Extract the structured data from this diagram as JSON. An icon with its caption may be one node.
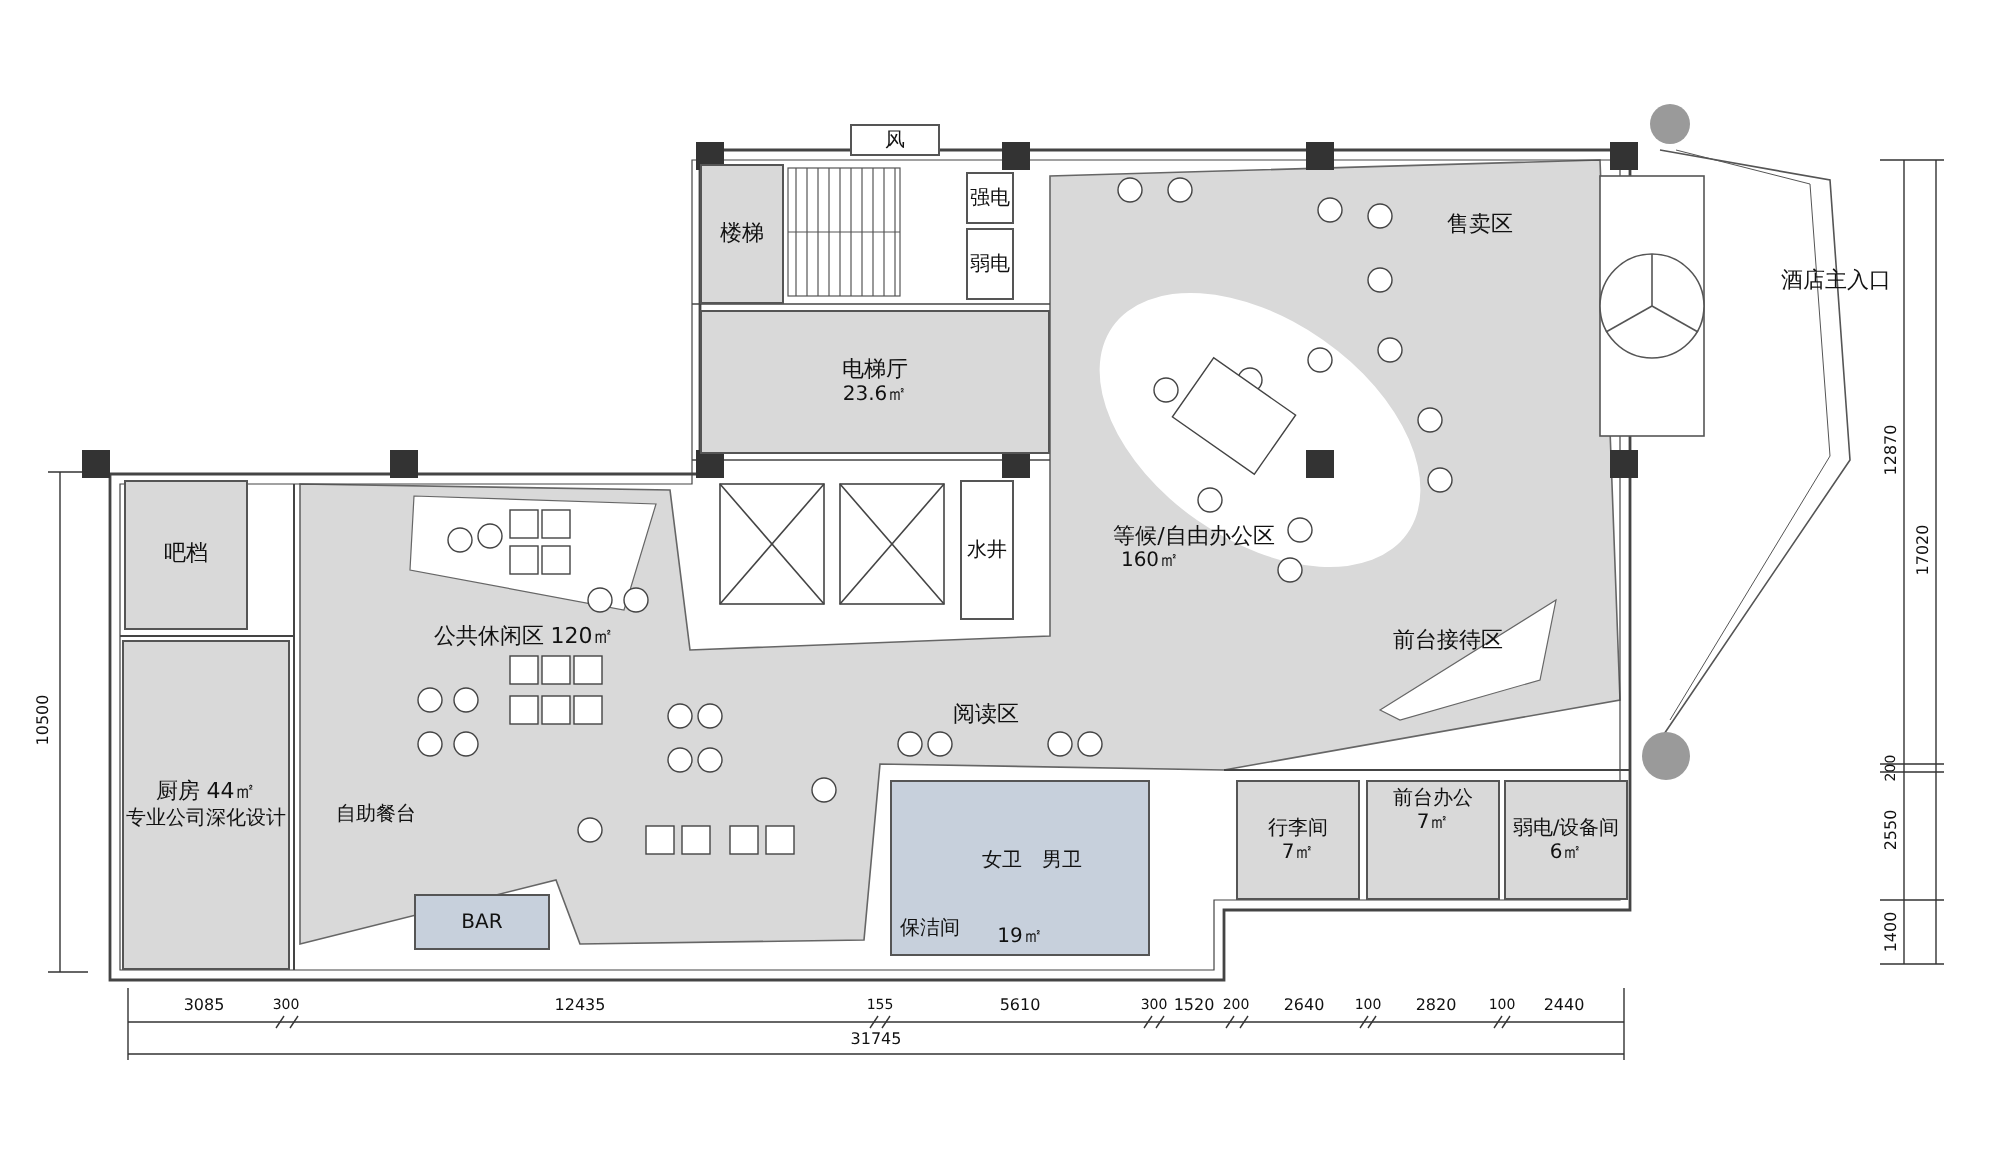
{
  "diagram": {
    "nodes": [
      {
        "text": [
          "楼梯"
        ]
      },
      {
        "text": [
          "风"
        ]
      },
      {
        "text": [
          "强电"
        ]
      },
      {
        "text": [
          "弱电"
        ]
      },
      {
        "text": [
          "电梯厅",
          "23.6㎡"
        ]
      },
      {
        "text": [
          "水井"
        ]
      },
      {
        "text": [
          "吧档"
        ]
      },
      {
        "text": [
          "厨房 44㎡",
          "专业公司深化设计"
        ]
      },
      {
        "text": [
          "BAR"
        ]
      },
      {
        "text": [
          "19㎡"
        ]
      },
      {
        "text": [
          "女卫"
        ],
        "in": 9
      },
      {
        "text": [
          "男卫"
        ],
        "in": 9
      },
      {
        "text": [
          "保洁间"
        ],
        "in": 9
      },
      {
        "text": [
          "行李间",
          "7㎡"
        ]
      },
      {
        "text": [
          "前台办公",
          "7㎡"
        ]
      },
      {
        "text": [
          "弱电/设备间",
          "6㎡"
        ]
      }
    ],
    "labels": [
      "售卖区",
      "酒店主入口",
      "等候/自由办公区",
      "160㎡",
      "公共休闲区 120㎡",
      "前台接待区",
      "阅读区",
      "自助餐台",
      "10500",
      "12870",
      "17020",
      "200",
      "2550",
      "1400",
      "3085",
      "300",
      "12435",
      "155",
      "5610",
      "300",
      "1520",
      "200",
      "2640",
      "100",
      "2820",
      "100",
      "2440",
      "31745"
    ]
  }
}
